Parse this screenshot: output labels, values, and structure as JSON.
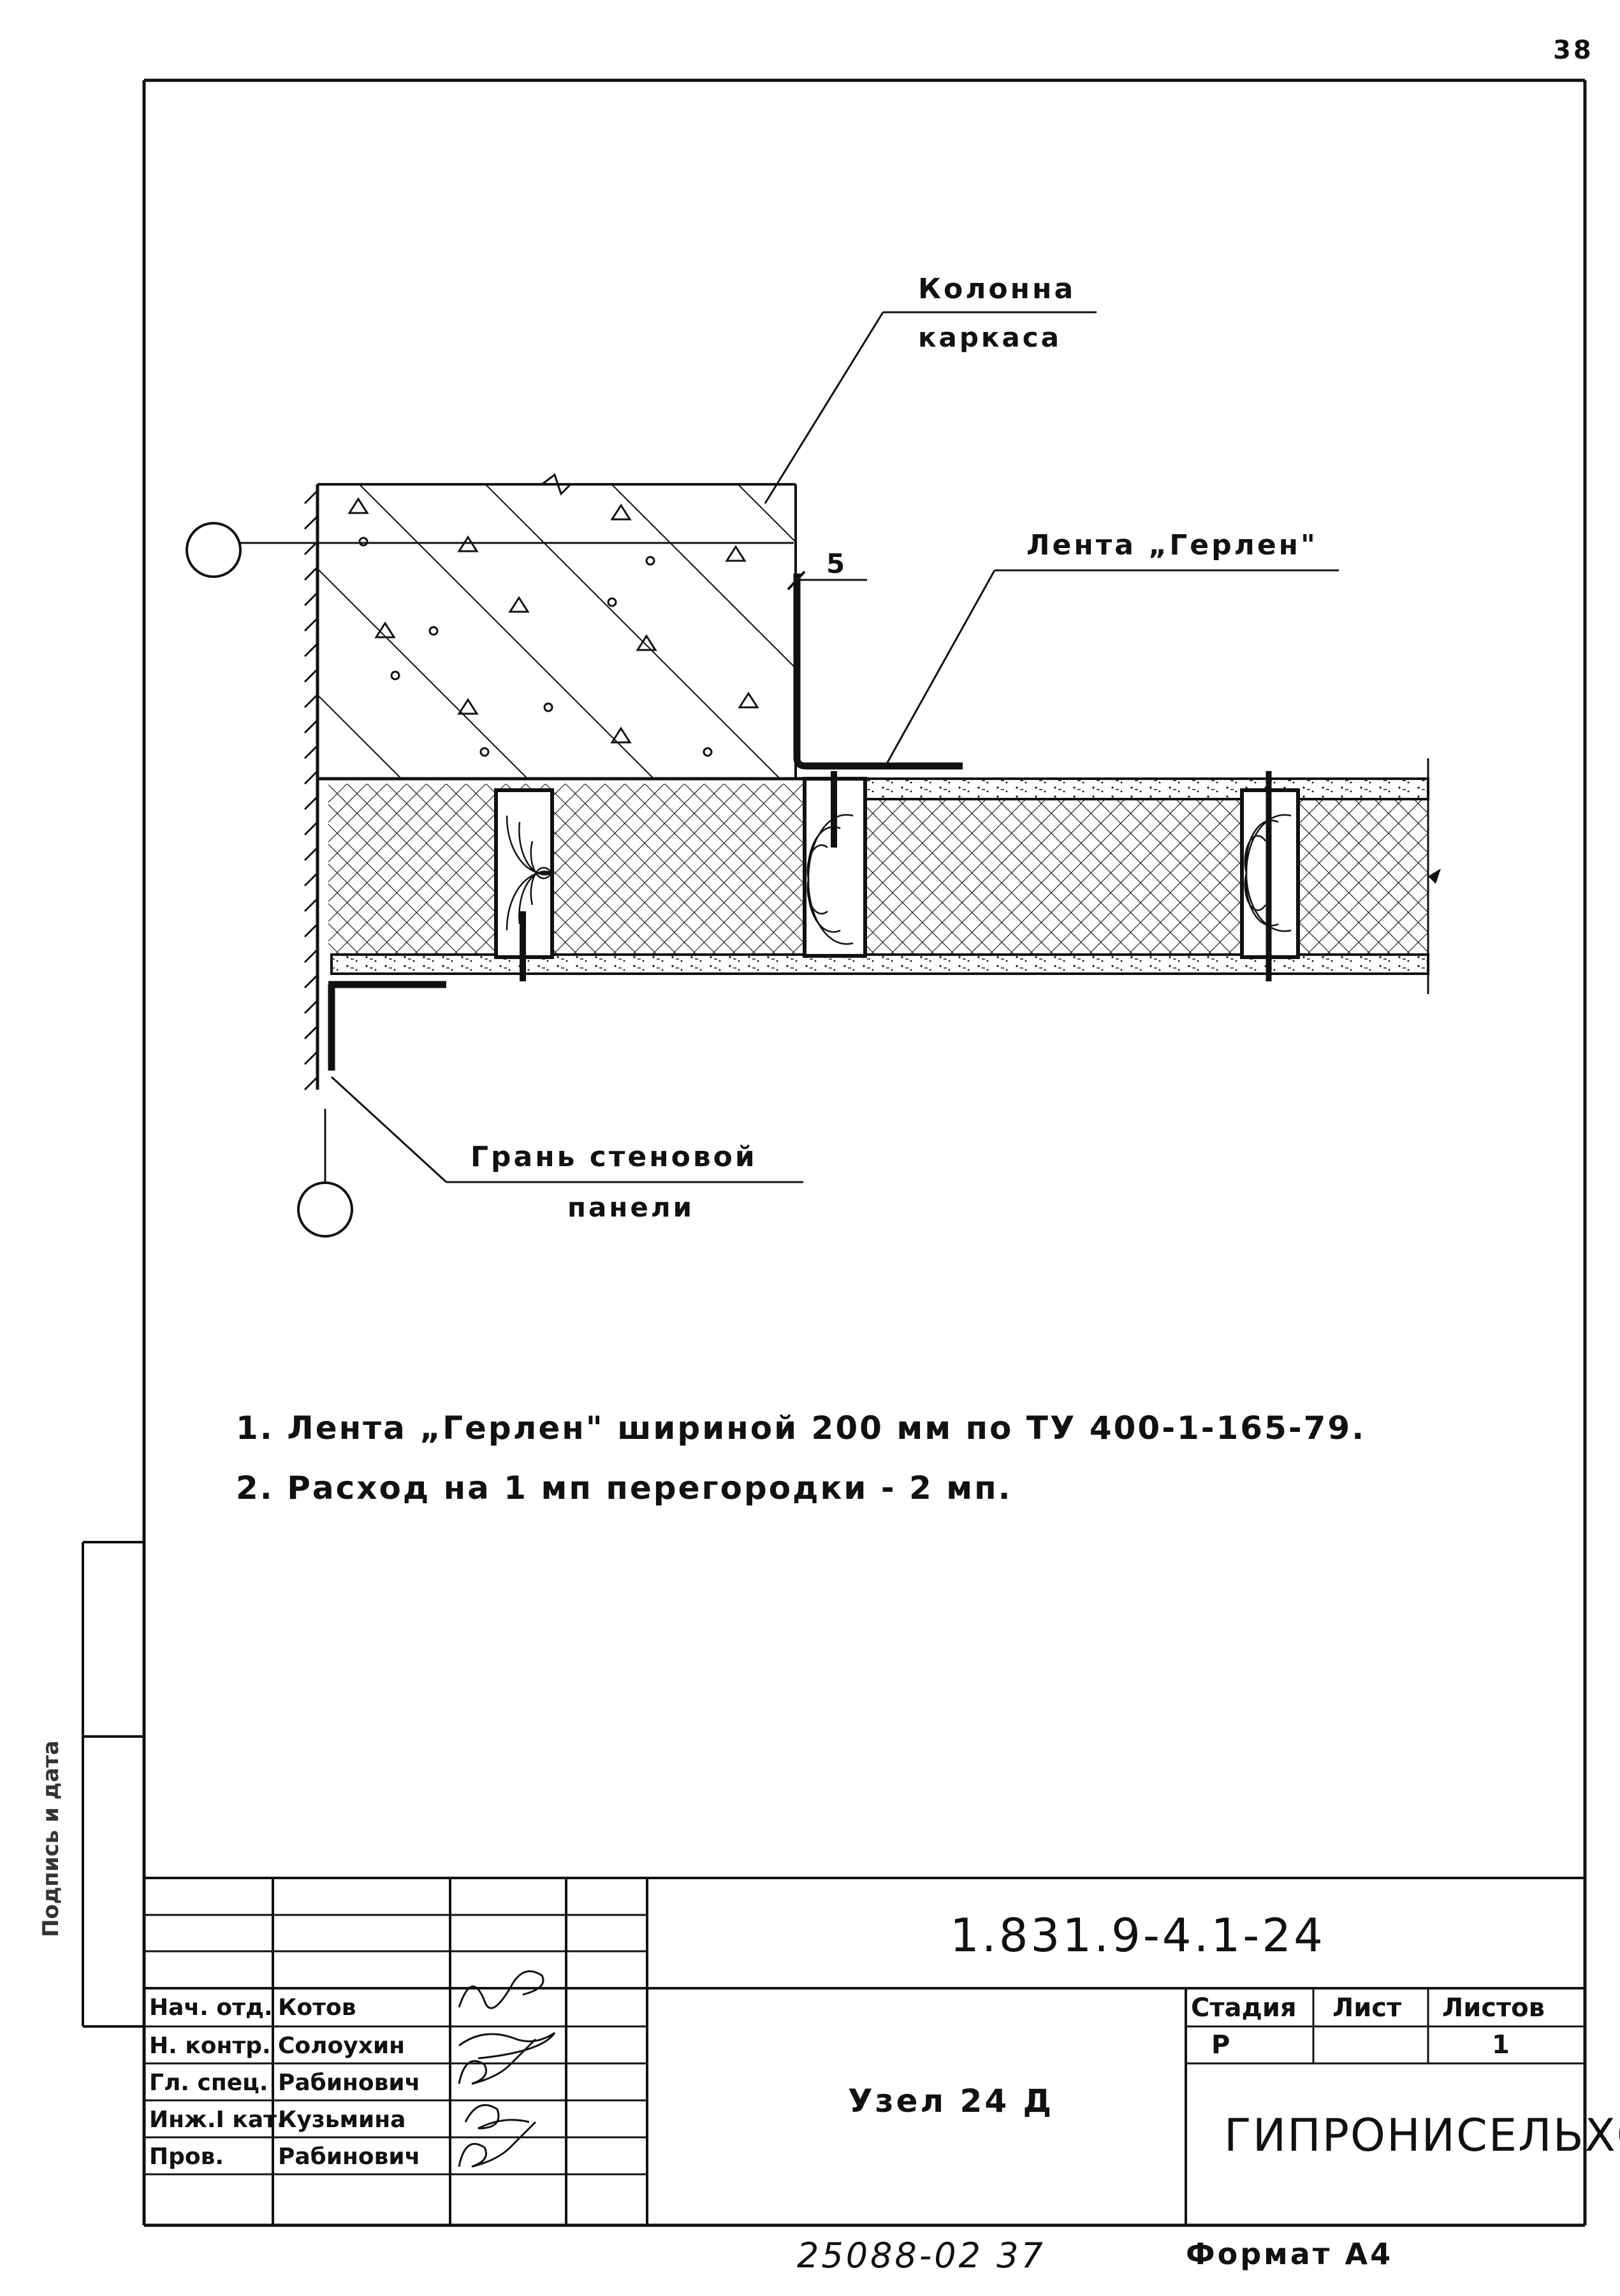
{
  "page": {
    "corner_number": "38"
  },
  "drawing": {
    "labels": {
      "column": [
        "Колонна",
        "каркаса"
      ],
      "tape": "Лента „Герлен\"",
      "dimension": "5",
      "wall_face": [
        "Грань стеновой",
        "панели"
      ]
    }
  },
  "notes": [
    "1. Лента „Герлен\" шириной 200 мм по ТУ 400-1-165-79.",
    "2. Расход на 1 мп перегородки - 2 мп."
  ],
  "title_block": {
    "designation": "1.831.9-4.1-24",
    "roles": [
      {
        "role": "Нач. отд.",
        "name": "Котов"
      },
      {
        "role": "Н. контр.",
        "name": "Солоухин"
      },
      {
        "role": "Гл. спец.",
        "name": "Рабинович"
      },
      {
        "role": "Инж.I кат.",
        "name": "Кузьмина"
      },
      {
        "role": "Пров.",
        "name": "Рабинович"
      }
    ],
    "sheet_title": "Узел 24 Д",
    "headers": {
      "stage": "Стадия",
      "sheet": "Лист",
      "sheets": "Листов"
    },
    "values": {
      "stage": "Р",
      "sheet": "",
      "sheets": "1"
    },
    "organization": "ГИПРОНИСЕЛЬХОЗ"
  },
  "footer": {
    "doc_number": "25088-02   37",
    "format": "Формат А4"
  },
  "left_strip": {
    "label": "Подпись и дата"
  }
}
